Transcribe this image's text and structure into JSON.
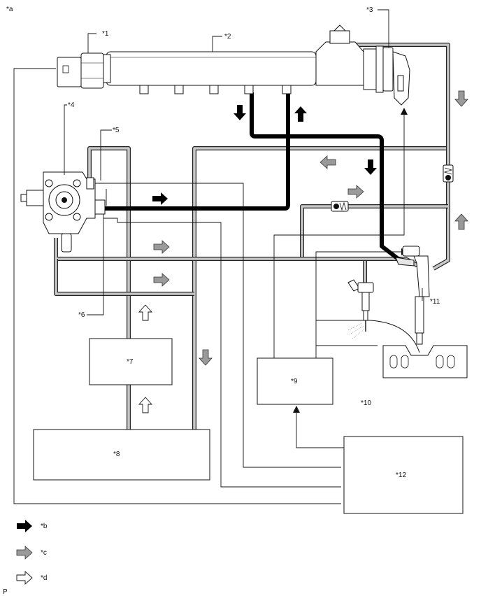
{
  "corner_label": "*a",
  "footer_label": "P",
  "callouts": [
    "*1",
    "*2",
    "*3",
    "*4",
    "*5",
    "*6",
    "*7",
    "*8",
    "*9",
    "*10",
    "*11",
    "*12"
  ],
  "legend": [
    {
      "label": "*b",
      "style": "black"
    },
    {
      "label": "*c",
      "style": "gray"
    },
    {
      "label": "*d",
      "style": "white"
    }
  ],
  "colors": {
    "high_pressure": "#000000",
    "return_flow": "#9a9a9a",
    "supply_flow": "#ffffff",
    "pipe_gray": "#c8c8c8"
  }
}
